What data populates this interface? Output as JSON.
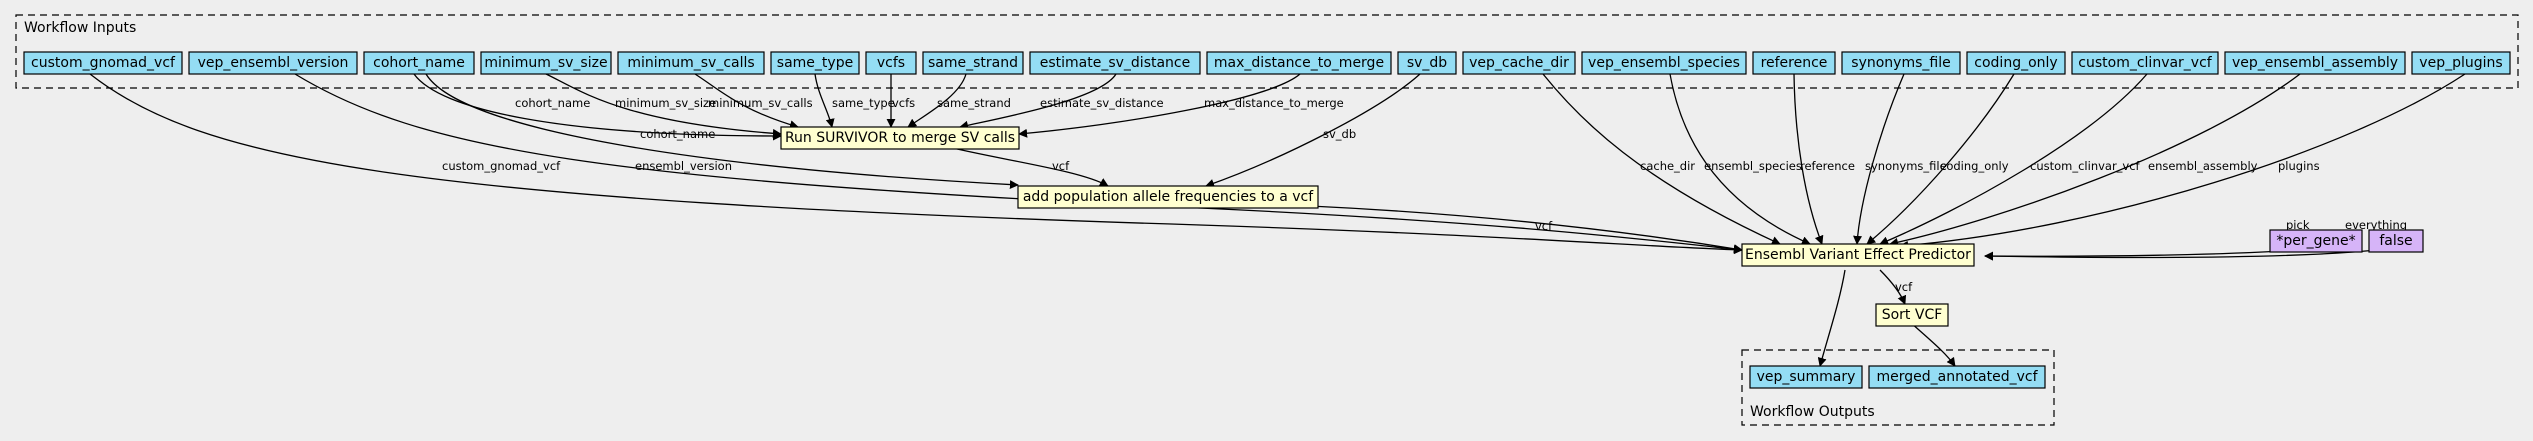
{
  "clusters": {
    "inputs_label": "Workflow Inputs",
    "outputs_label": "Workflow Outputs"
  },
  "nodes": {
    "custom_gnomad_vcf": "custom_gnomad_vcf",
    "vep_ensembl_version": "vep_ensembl_version",
    "cohort_name": "cohort_name",
    "minimum_sv_size": "minimum_sv_size",
    "minimum_sv_calls": "minimum_sv_calls",
    "same_type": "same_type",
    "vcfs": "vcfs",
    "same_strand": "same_strand",
    "estimate_sv_distance": "estimate_sv_distance",
    "max_distance_to_merge": "max_distance_to_merge",
    "sv_db": "sv_db",
    "vep_cache_dir": "vep_cache_dir",
    "vep_ensembl_species": "vep_ensembl_species",
    "reference": "reference",
    "synonyms_file": "synonyms_file",
    "coding_only": "coding_only",
    "custom_clinvar_vcf": "custom_clinvar_vcf",
    "vep_ensembl_assembly": "vep_ensembl_assembly",
    "vep_plugins": "vep_plugins",
    "survivor": "Run SURVIVOR to merge SV calls",
    "add_af": "add population allele frequencies to a vcf",
    "vep": "Ensembl Variant Effect Predictor",
    "sort_vcf": "Sort VCF",
    "per_gene": "*per_gene*",
    "false_const": "false",
    "vep_summary": "vep_summary",
    "merged_annotated_vcf": "merged_annotated_vcf"
  },
  "edges": {
    "cohort_name_survivor": "cohort_name",
    "minimum_sv_size": "minimum_sv_size",
    "minimum_sv_calls": "minimum_sv_calls",
    "same_type": "same_type",
    "vcfs": "vcfs",
    "same_strand": "same_strand",
    "estimate_sv_distance": "estimate_sv_distance",
    "max_distance_to_merge": "max_distance_to_merge",
    "cohort_name_add_af": "cohort_name",
    "sv_db": "sv_db",
    "vcf_survivor_add_af": "vcf",
    "custom_gnomad_vcf": "custom_gnomad_vcf",
    "ensembl_version": "ensembl_version",
    "vcf_add_af_vep": "vcf",
    "cache_dir": "cache_dir",
    "ensembl_species": "ensembl_species",
    "reference": "reference",
    "synonyms_file": "synonyms_file",
    "coding_only": "coding_only",
    "custom_clinvar_vcf": "custom_clinvar_vcf",
    "ensembl_assembly": "ensembl_assembly",
    "plugins": "plugins",
    "pick": "pick",
    "everything": "everything",
    "vcf_vep_sort": "vcf"
  },
  "colors": {
    "input_fill": "#94ddf4",
    "step_fill": "#ffffd0",
    "const_fill": "#d6b4f8",
    "background": "#eeeeee"
  }
}
